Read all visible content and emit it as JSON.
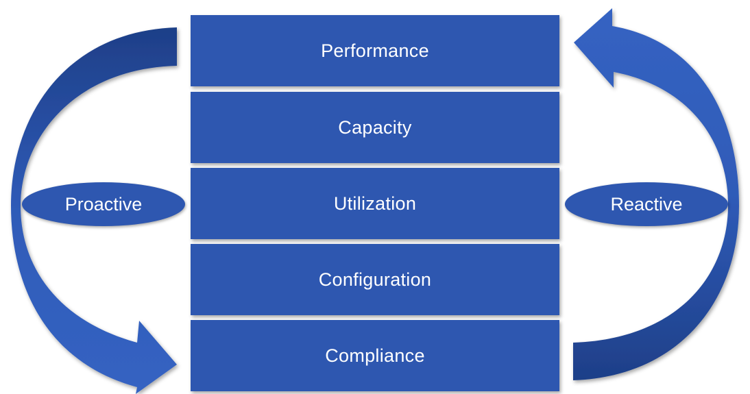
{
  "layers": [
    {
      "label": "Performance"
    },
    {
      "label": "Capacity"
    },
    {
      "label": "Utilization"
    },
    {
      "label": "Configuration"
    },
    {
      "label": "Compliance"
    }
  ],
  "left_cycle": {
    "label": "Proactive"
  },
  "right_cycle": {
    "label": "Reactive"
  },
  "colors": {
    "box_fill": "#2E57B0",
    "arrow_light": "#3563C2",
    "arrow_dark": "#1E3F88",
    "text": "#FFFFFF"
  }
}
